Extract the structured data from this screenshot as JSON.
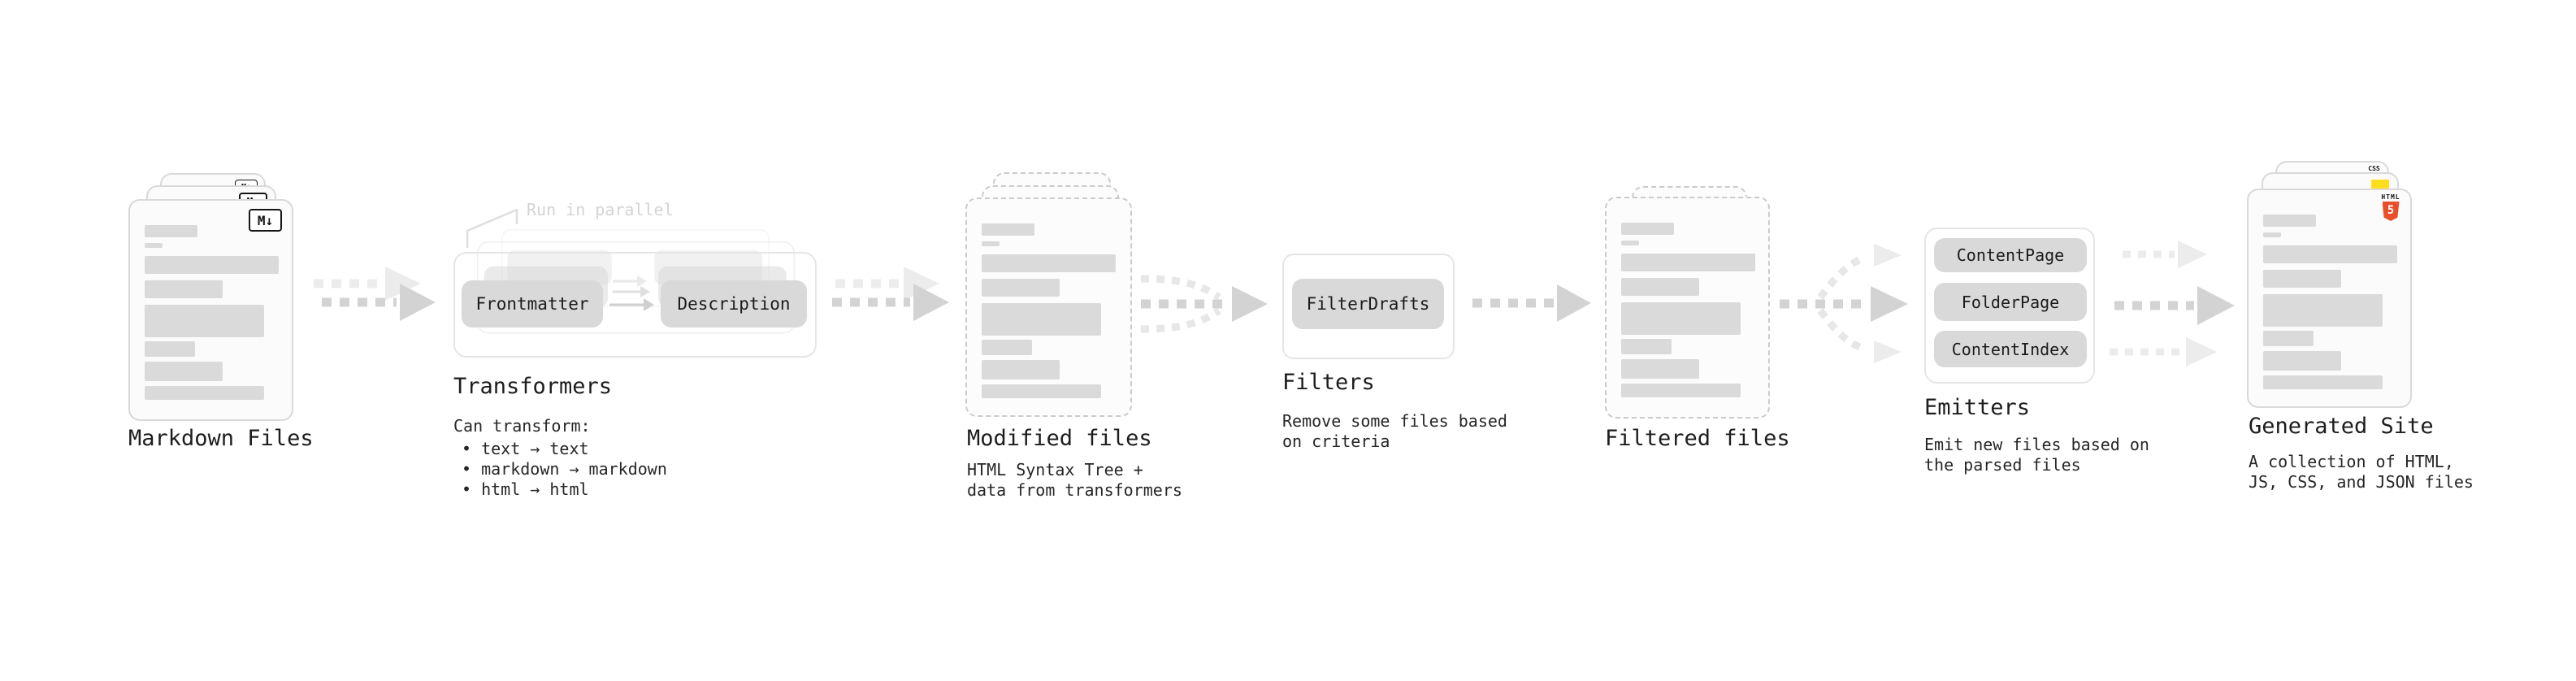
{
  "diagram": {
    "markdown_files": {
      "label": "Markdown Files",
      "badge": "M↓"
    },
    "transformers": {
      "heading": "Transformers",
      "note": "Run in parallel",
      "box_frontmatter": "Frontmatter",
      "box_description": "Description",
      "desc_title": "Can transform:",
      "bullets": [
        "• text → text",
        "• markdown → markdown",
        "• html → html"
      ]
    },
    "modified_files": {
      "label": "Modified files",
      "desc": "HTML Syntax Tree +\ndata from transformers"
    },
    "filters": {
      "heading": "Filters",
      "box": "FilterDrafts",
      "desc": "Remove some files based\non criteria"
    },
    "filtered_files": {
      "label": "Filtered files"
    },
    "emitters": {
      "heading": "Emitters",
      "boxes": [
        "ContentPage",
        "FolderPage",
        "ContentIndex"
      ],
      "desc": "Emit new files based on\nthe parsed files"
    },
    "generated_site": {
      "label": "Generated Site",
      "desc": "A collection of HTML,\nJS, CSS, and JSON files",
      "badge_css": "CSS",
      "badge_html": "HTML",
      "badge_html_num": "5"
    }
  },
  "colors": {
    "arrow_dark": "#d3d3d3",
    "arrow_light": "#ececec",
    "pill_gray": "#d9d9d9",
    "bar_gray": "#dadada",
    "html5_orange": "#e8502a",
    "css_blue": "#2d68e8",
    "js_yellow": "#ffdf1b"
  },
  "file_card_bars": [
    {
      "mt": 30,
      "w": 65,
      "h": 15
    },
    {
      "mt": 7,
      "w": 22,
      "h": 6
    },
    {
      "mt": 10,
      "w": 165,
      "h": 22
    },
    {
      "mt": 8,
      "w": 96,
      "h": 22
    },
    {
      "mt": 8,
      "w": 147,
      "h": 40
    },
    {
      "mt": 5,
      "w": 62,
      "h": 19
    },
    {
      "mt": 6,
      "w": 96,
      "h": 24
    },
    {
      "mt": 6,
      "w": 147,
      "h": 17
    }
  ]
}
